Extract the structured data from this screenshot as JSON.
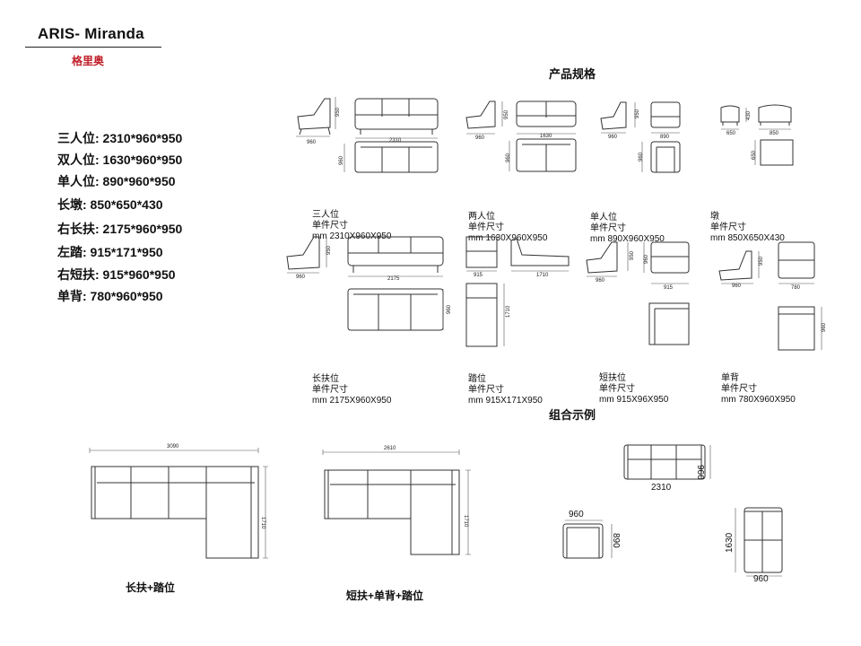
{
  "header": {
    "title": "ARIS- Miranda",
    "subtitle": "格里奥"
  },
  "specs": [
    "三人位: 2310*960*950",
    "双人位: 1630*960*950",
    "单人位: 890*960*950",
    "长墩: 850*650*430",
    "右长扶: 2175*960*950",
    "左踏: 915*171*950",
    "右短扶: 915*960*950",
    "单背: 780*960*950"
  ],
  "section_titles": {
    "products": "产品规格",
    "examples": "组合示例"
  },
  "products": [
    {
      "name": "三人位",
      "label": "单件尺寸",
      "size": "mm 2310X960X950",
      "dims": [
        "950",
        "960",
        "2310",
        "960"
      ]
    },
    {
      "name": "两人位",
      "label": "单件尺寸",
      "size": "mm 1630X960X950",
      "dims": [
        "950",
        "960",
        "1630",
        "960"
      ]
    },
    {
      "name": "单人位",
      "label": "单件尺寸",
      "size": "mm 890X960X950",
      "dims": [
        "950",
        "960",
        "890",
        "960"
      ]
    },
    {
      "name": "墩",
      "label": "单件尺寸",
      "size": "mm 850X650X430",
      "dims": [
        "430",
        "650",
        "850",
        "650"
      ]
    },
    {
      "name": "长扶位",
      "label": "单件尺寸",
      "size": "mm 2175X960X950",
      "dims": [
        "950",
        "960",
        "2175",
        "960"
      ]
    },
    {
      "name": "踏位",
      "label": "单件尺寸",
      "size": "mm 915X171X950",
      "dims": [
        "915",
        "1710",
        "1710"
      ]
    },
    {
      "name": "短扶位",
      "label": "单件尺寸",
      "size": "mm 915X96X950",
      "dims": [
        "950",
        "960",
        "915",
        "960"
      ]
    },
    {
      "name": "单背",
      "label": "单件尺寸",
      "size": "mm 780X960X950",
      "dims": [
        "950",
        "960",
        "780",
        "960"
      ]
    }
  ],
  "combos": [
    {
      "name": "长扶+踏位",
      "width": "3090",
      "depth": "1710"
    },
    {
      "name": "短扶+单背+踏位",
      "width": "2610",
      "depth": "1710"
    }
  ],
  "example": {
    "sofa_w": "2310",
    "sofa_d": "960",
    "chair_w": "960",
    "chair_d": "890",
    "love_d": "1630",
    "love_w": "960"
  }
}
